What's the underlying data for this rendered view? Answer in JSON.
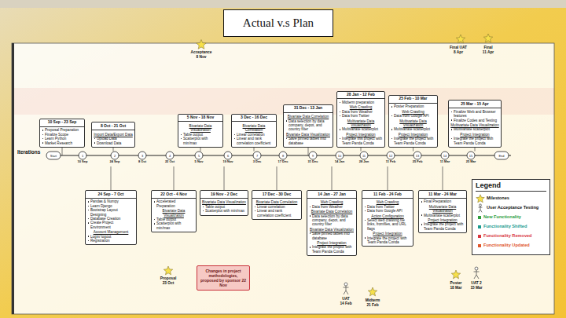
{
  "diagram": {
    "title": "Actual v.s Plan",
    "nodes": [
      {
        "text": [
          "10 Sep - 23 Sep",
          "Proposal Preparation",
          "Finalize Scope",
          "Learn Python",
          "Market Research"
        ]
      },
      {
        "text": [
          "8 Oct - 21 Oct",
          "Import Data/Export Data",
          "Upload Data",
          "Download Data"
        ]
      },
      {
        "text": [
          "5 Nov - 18 Nov",
          "Bivariate Data Visualization",
          "Table output",
          "Scatterplot with min/max"
        ]
      },
      {
        "text": [
          "3 Dec - 16 Dec",
          "Bivariate Data Correlation",
          "Linear correlation",
          "Linear and rank correlation coefficient"
        ]
      },
      {
        "text": [
          "31 Dec - 13 Jan",
          "Bivariate Data Correlation",
          "Data selection by data company, depot, and country filter",
          "Bivariate Data Visualization",
          "Save pinned tables into database"
        ]
      },
      {
        "text": [
          "28 Jan - 12 Feb",
          "Midterm preparation",
          "Web Crawling",
          "Data from Weather",
          "Data from Twitter",
          "Multivariate Data Visualization",
          "Multivariate scatterplot",
          "Project Integration",
          "Integrate this project with Team Panda Conda"
        ]
      },
      {
        "text": [
          "25 Feb - 10 Mar",
          "Poster Preparation",
          "Web Crawling",
          "Data from Google API",
          "Multivariate Data Visualization",
          "Multivariate scatterplot",
          "Project Integration",
          "Integrate the project with Team Panda Conda"
        ]
      },
      {
        "text": [
          "25 Mar - 15 Apr",
          "Finalize Web and Browser features",
          "Finalize Codes and Testing",
          "Multivariate Data Visualization",
          "Multivariate scatterplot",
          "Project Integration",
          "Integrate the project with Team Panda Conda"
        ]
      },
      {
        "text": [
          "24 Sep - 7 Oct",
          "Pandas & Numpy",
          "Learn Django",
          "Bootstrap Layout Designing",
          "Database Creation",
          "Create Project Environment",
          "Account Management",
          "Login/ logout",
          "Registration"
        ]
      },
      {
        "text": [
          "22 Oct - 4 Nov",
          "Accelerated Preparation",
          "Bivariate Data Visualization",
          "Table output",
          "Scatterplot with min/max"
        ]
      },
      {
        "text": [
          "19 Nov - 2 Dec",
          "Bivariate Data Visualization",
          "Table output",
          "Scatterplot with min/max"
        ]
      },
      {
        "text": [
          "17 Dec - 30 Dec",
          "Bivariate Data Correlation",
          "Linear correlation",
          "Linear and rank correlation coefficient"
        ]
      },
      {
        "text": [
          "14 Jan - 27 Jan",
          "Web Crawling",
          "Data from Weather",
          "Bivariate Data Correlation",
          "Data selection by data company, depot, and country filter",
          "Bivariate Data Visualization",
          "Save pinned tables into database",
          "Project Integration",
          "Integrate the project with Team Panda Conda"
        ]
      },
      {
        "text": [
          "11 Feb - 24 Feb",
          "Web Crawling",
          "Data from Twitter",
          "Data from Google API",
          "Action Configuration",
          "Select web crawling file links, fromfiles, and URL flags",
          "Project Integration",
          "Integrate the project with Team Panda Conda"
        ]
      },
      {
        "text": [
          "11 Mar - 24 Mar",
          "Final Preparation",
          "Multivariate Data Visualization",
          "Multivariate scatterplot",
          "Project Integration",
          "Integrate the project with Team Panda Conda"
        ]
      },
      {
        "text": [
          "Changes in project methodologies, proposed by sponsor 22 Nov"
        ]
      }
    ],
    "labels": [
      "Iterations",
      "Start",
      "1",
      "2",
      "3",
      "4",
      "5",
      "6",
      "7",
      "8",
      "9",
      "10",
      "11",
      "12",
      "13",
      "14",
      "15",
      "End",
      "10 Sep",
      "24 Sep",
      "8 Oct",
      "22 Oct",
      "5 Nov",
      "19 Nov",
      "3 Dec",
      "17 Dec",
      "31 Dec",
      "14 Jan",
      "28 Jan",
      "11 Feb",
      "25 Feb",
      "11 Mar",
      "25 Mar",
      "Acceptance",
      "8 Nov",
      "Final UAT",
      "8 Apr",
      "Final",
      "11 Apr",
      "Proposal",
      "23 Oct",
      "UAT",
      "14 Feb",
      "Midterm",
      "21 Feb",
      "Poster",
      "18 Mar",
      "UAT 2",
      "15 Mar",
      "Legend"
    ],
    "legend": [
      {
        "text": "Milestones"
      },
      {
        "text": "User Acceptance Testing"
      },
      {
        "text": "New Functionality",
        "color": "#2e9e3e"
      },
      {
        "text": "Functionality Shifted",
        "color": "#1a9a8e"
      },
      {
        "text": "Functionality Removed",
        "color": "#d9363e"
      },
      {
        "text": "Functionality Updated",
        "color": "#e0552a"
      }
    ]
  }
}
